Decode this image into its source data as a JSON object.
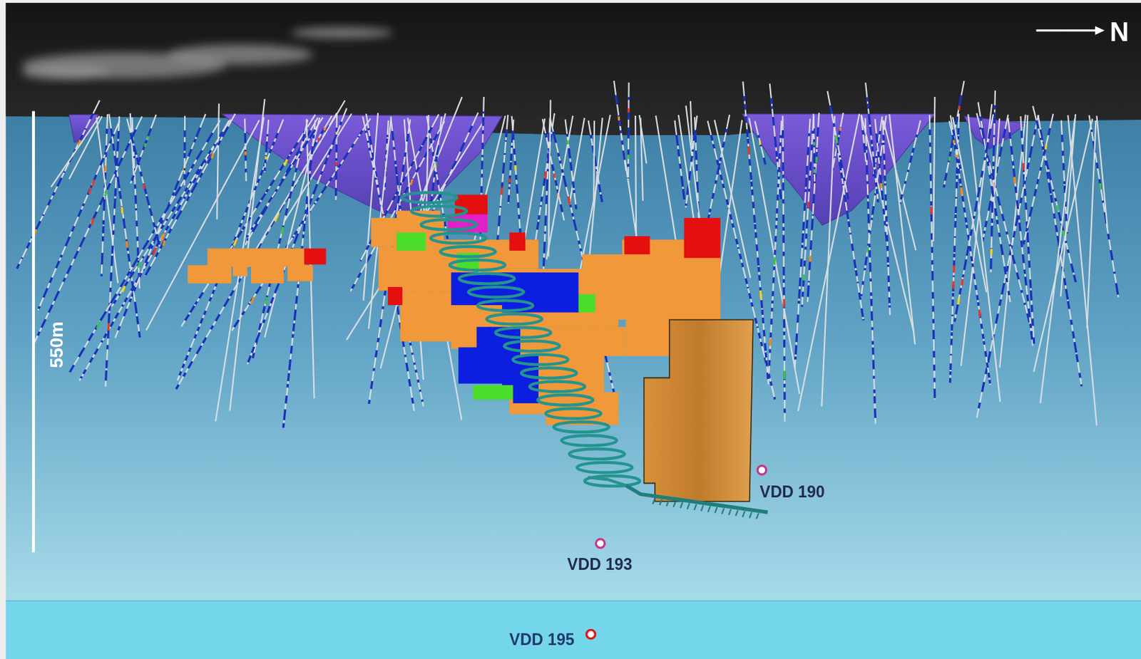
{
  "diagram": {
    "labels": [
      "N",
      "550m",
      "VDD 190",
      "VDD 193",
      "VDD 195"
    ]
  }
}
